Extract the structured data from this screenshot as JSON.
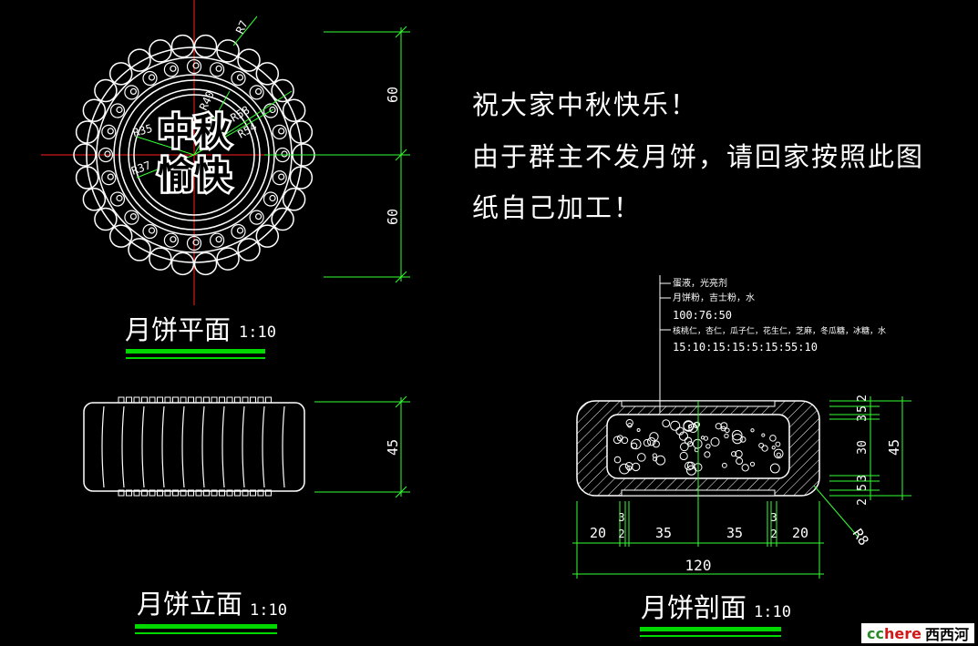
{
  "message": {
    "line1": "祝大家中秋快乐！",
    "line2": "由于群主不发月饼，请回家按照此图",
    "line3": "纸自己加工！"
  },
  "plan": {
    "title": "月饼平面",
    "scale": "1:10",
    "center_text_1": "中秋",
    "center_text_2": "愉快",
    "radius_labels": [
      "R7",
      "R40",
      "R35",
      "R37",
      "R58",
      "R54"
    ],
    "dim_top": "60",
    "dim_bottom": "60"
  },
  "elevation": {
    "title": "月饼立面",
    "scale": "1:10",
    "dim_height": "45"
  },
  "section": {
    "title": "月饼剖面",
    "scale": "1:10",
    "notes": [
      "蛋液，光亮剂",
      "月饼粉，吉士粉，水",
      "100:76:50",
      "核桃仁，杏仁，瓜子仁，花生仁，芝麻，冬瓜糖，冰糖，水",
      "15:10:15:15:5:15:55:10"
    ],
    "right_dims": [
      "2",
      "5",
      "3",
      "30",
      "3",
      "5",
      "2"
    ],
    "total_height": "45",
    "radius_label": "R8",
    "bottom_dims": [
      "20",
      "3",
      "2",
      "35",
      "35",
      "2",
      "3",
      "20"
    ],
    "total_width": "120"
  },
  "watermark": {
    "part1": "cc",
    "part2": "here",
    "part3": "西西河"
  },
  "colors": {
    "line": "#ffffff",
    "dim": "#33ff33",
    "axis": "#ff2020",
    "accent": "#00d800"
  }
}
